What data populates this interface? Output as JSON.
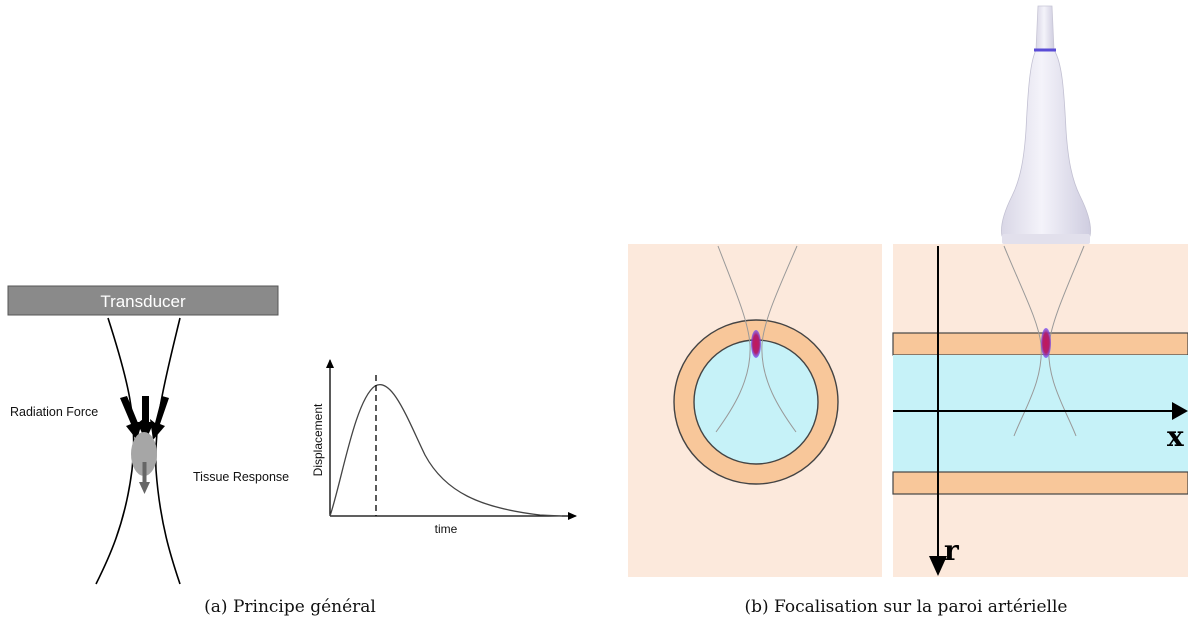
{
  "panel_a": {
    "transducer_label": "Transducer",
    "radiation_force_label": "Radiation Force",
    "tissue_response_label": "Tissue Response",
    "graph": {
      "ylabel": "Displacement",
      "xlabel": "time"
    },
    "caption": "(a) Principe général"
  },
  "panel_b": {
    "axis_x_label": "x",
    "axis_r_label": "r",
    "caption": "(b) Focalisation sur la paroi artérielle"
  },
  "colors": {
    "tissue_background": "#fce9dc",
    "vessel_wall": "#f8c79a",
    "lumen": "#c6f2f8",
    "focal_spot": "#c2185b",
    "focal_halo": "#6a4cff",
    "transducer_bar": "#8a8a8a",
    "probe_body": "#eceaf4"
  },
  "icons": [
    "transducer-probe-icon"
  ]
}
